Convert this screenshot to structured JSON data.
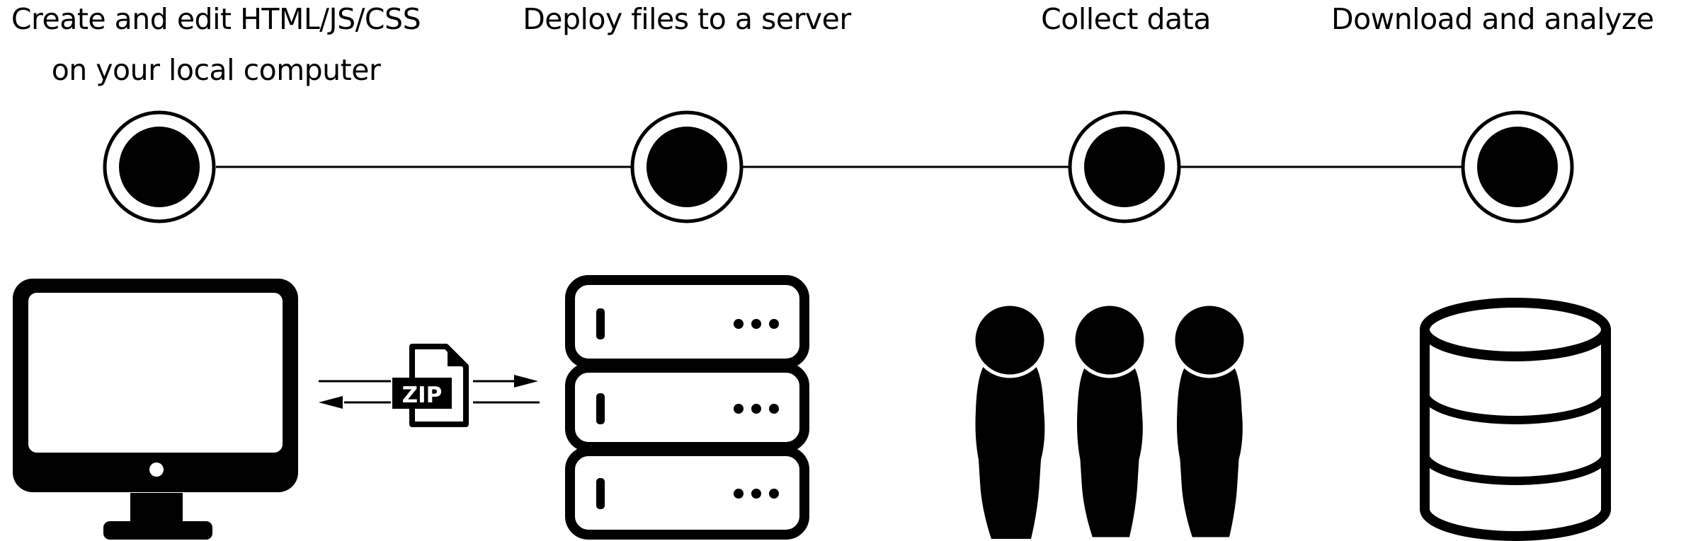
{
  "steps": [
    {
      "label_lines": [
        "Create and edit HTML/JS/CSS",
        "on your local computer"
      ],
      "icon": "desktop-monitor-icon"
    },
    {
      "label_lines": [
        "Deploy files to a server"
      ],
      "icon": "server-rack-icon"
    },
    {
      "label_lines": [
        "Collect data"
      ],
      "icon": "people-group-icon"
    },
    {
      "label_lines": [
        "Download and analyze"
      ],
      "icon": "database-icon"
    }
  ],
  "transfer": {
    "file_badge": "ZIP",
    "icon": "zip-file-icon"
  },
  "colors": {
    "ink": "#000000",
    "background": "#ffffff"
  }
}
